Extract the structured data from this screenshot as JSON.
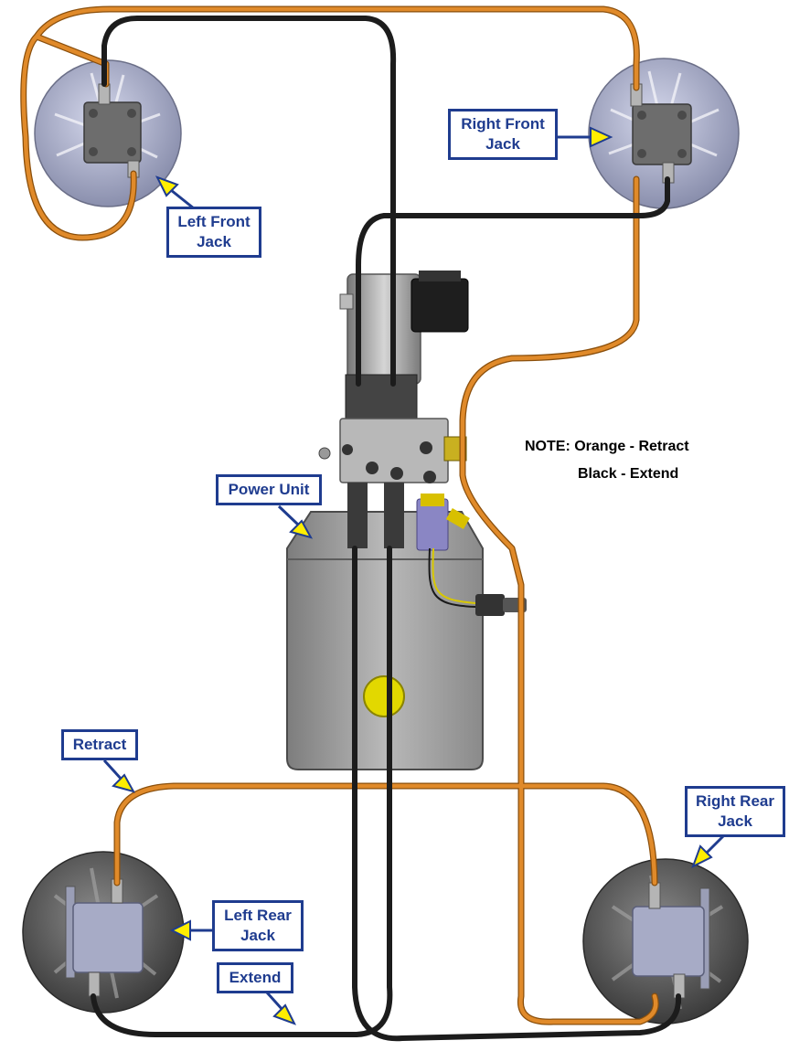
{
  "labels": {
    "left_front": [
      "Left Front",
      "Jack"
    ],
    "right_front": [
      "Right Front",
      "Jack"
    ],
    "left_rear": [
      "Left Rear",
      "Jack"
    ],
    "right_rear": [
      "Right Rear",
      "Jack"
    ],
    "power_unit": "Power Unit",
    "retract": "Retract",
    "extend": "Extend"
  },
  "note": {
    "line1": "NOTE: Orange - Retract",
    "line2": "Black - Extend"
  },
  "colors": {
    "retract_hose": "#e08a2a",
    "extend_hose": "#1c1c1c",
    "callout_border": "#1f3c8f",
    "callout_text": "#1f3c8f",
    "arrow_fill": "#ffee00"
  }
}
